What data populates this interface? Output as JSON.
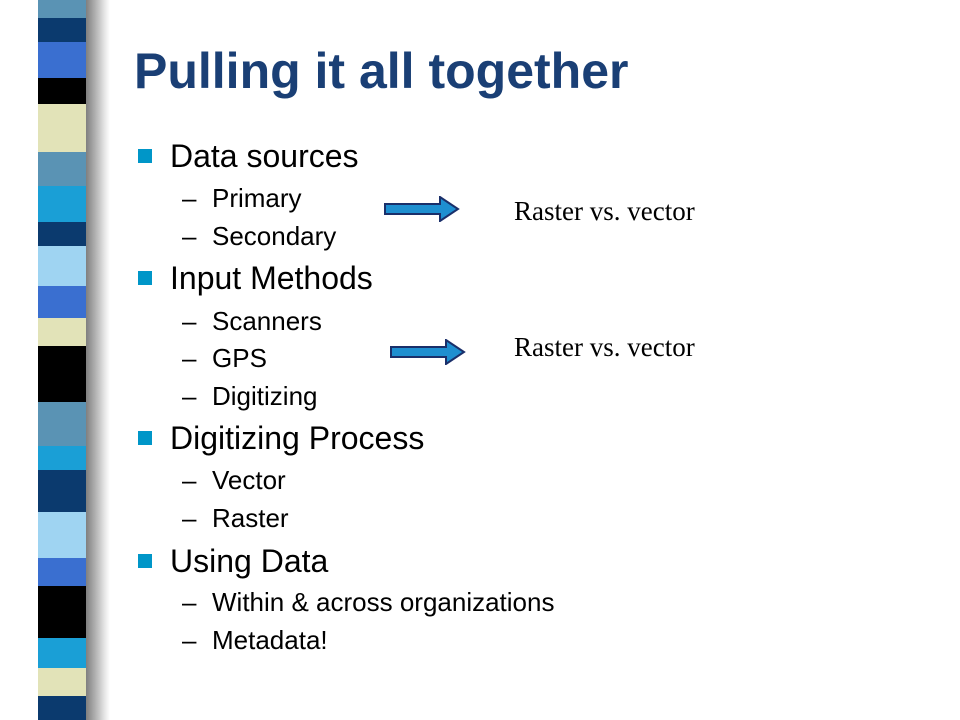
{
  "slide": {
    "title": "Pulling it all together",
    "bullets": [
      {
        "label": "Data sources",
        "subitems": [
          "Primary",
          "Secondary"
        ]
      },
      {
        "label": "Input Methods",
        "subitems": [
          "Scanners",
          "GPS",
          "Digitizing"
        ]
      },
      {
        "label": "Digitizing Process",
        "subitems": [
          "Vector",
          "Raster"
        ]
      },
      {
        "label": "Using Data",
        "subitems": [
          "Within & across organizations",
          "Metadata!"
        ]
      }
    ],
    "sub_dash": "–",
    "annotations": [
      {
        "text": "Raster vs. vector"
      },
      {
        "text": "Raster vs. vector"
      }
    ]
  },
  "colors": {
    "title": "#1a3f75",
    "bullet_marker": "#0096c8",
    "arrow_fill": "#1e8fd0",
    "arrow_stroke": "#1a2f6a"
  },
  "icons": {
    "bullet": "square-bullet-icon",
    "arrow": "right-arrow-icon"
  }
}
